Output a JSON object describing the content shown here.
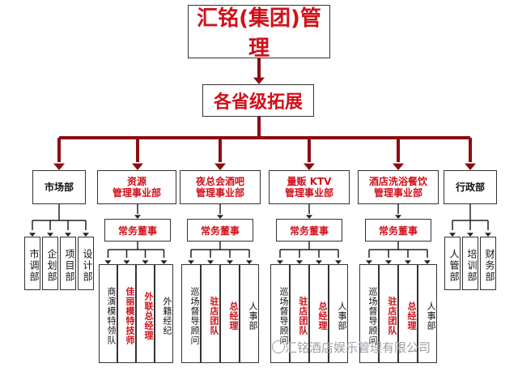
{
  "title": "汇铭(集团)管理",
  "province": "各省级拓展",
  "departments": [
    {
      "name_l1": "市场部",
      "name_l2": "",
      "color": "black",
      "director": "",
      "subs": [
        "市调部",
        "企划部",
        "项目部",
        "设计部"
      ]
    },
    {
      "name_l1": "资源",
      "name_l2": "管理事业部",
      "color": "red",
      "director": "常务董事",
      "subs": [
        "商演模特领队",
        "佳丽模特技师",
        "外联总经理",
        "外籍经纪"
      ]
    },
    {
      "name_l1": "夜总会酒吧",
      "name_l2": "管理事业部",
      "color": "red",
      "director": "常务董事",
      "subs": [
        "巡场督导顾问",
        "驻店团队",
        "总经理",
        "人事部"
      ]
    },
    {
      "name_l1": "量贩 KTV",
      "name_l2": "管理事业部",
      "color": "red",
      "director": "常务董事",
      "subs": [
        "巡场督导顾问",
        "驻店团队",
        "总经理",
        "人事部"
      ]
    },
    {
      "name_l1": "酒店洗浴餐饮",
      "name_l2": "管理事业部",
      "color": "red",
      "director": "常务董事",
      "subs": [
        "巡场督导顾问",
        "驻店团队",
        "总经理",
        "人事部"
      ]
    },
    {
      "name_l1": "行政部",
      "name_l2": "",
      "color": "black",
      "director": "",
      "subs": [
        "人管部",
        "培训部",
        "财务部"
      ]
    }
  ],
  "watermark": "汇铭酒店娱乐管理有限公司",
  "colors": {
    "line": "#8b0d12",
    "text_red": "#d0101a",
    "text_black": "#111111"
  }
}
